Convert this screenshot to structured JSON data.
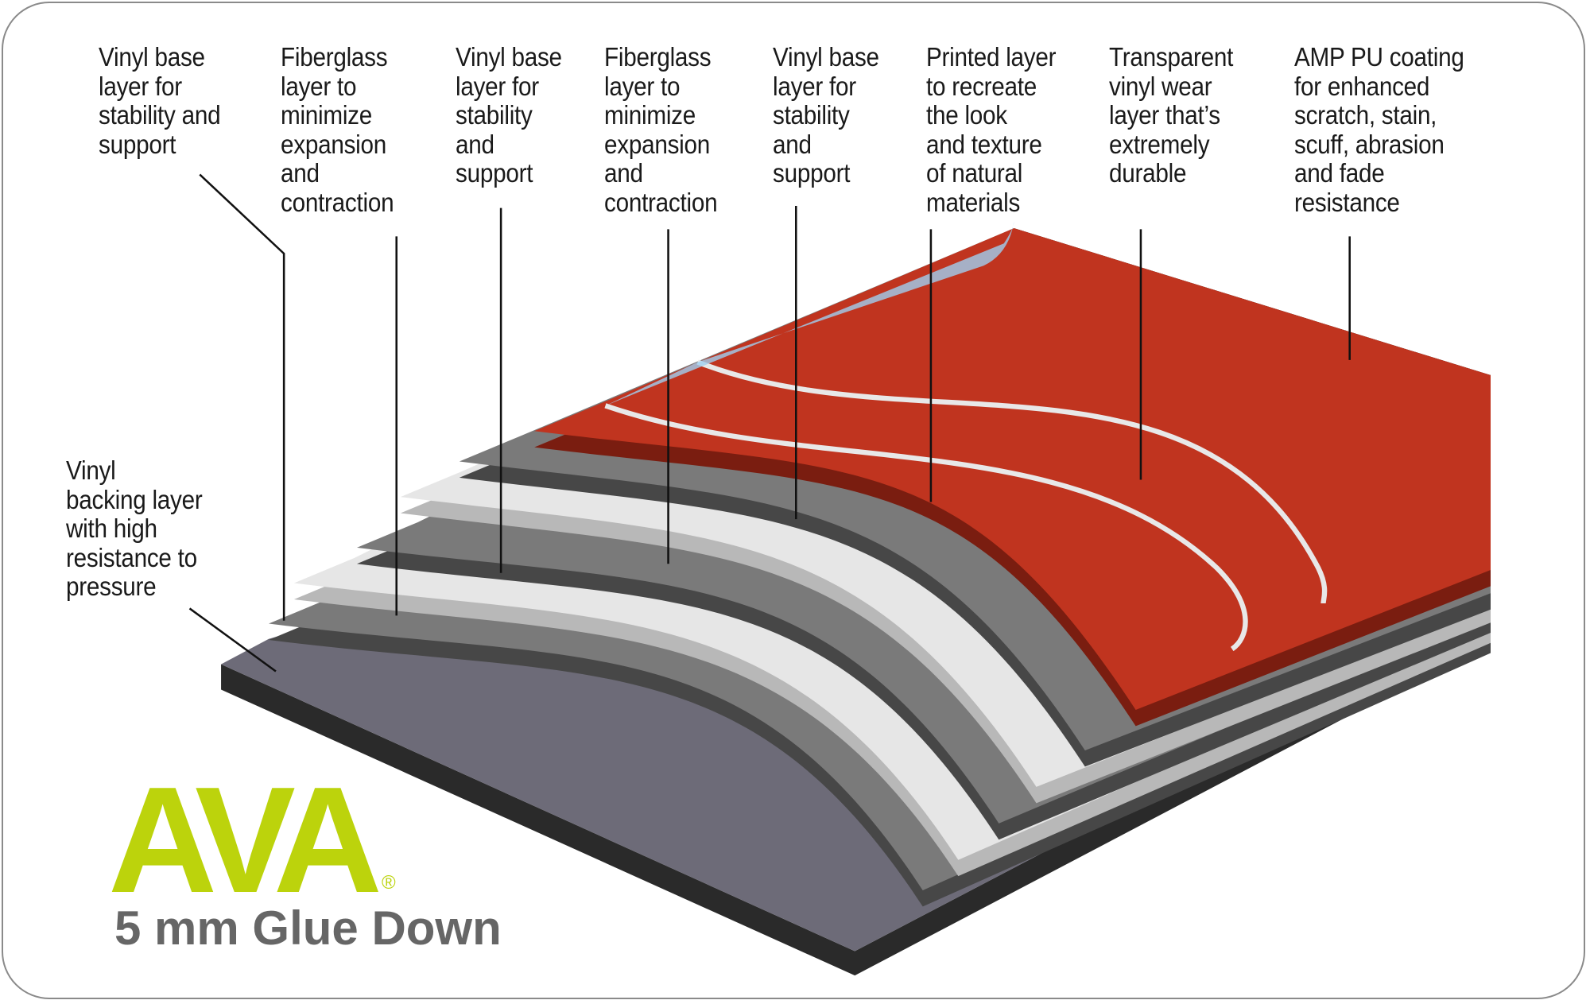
{
  "labels": [
    "Vinyl base\nlayer for\nstability and\nsupport",
    "Fiberglass\nlayer to\nminimize\nexpansion\nand\ncontraction",
    "Vinyl base\nlayer for\nstability\nand\nsupport",
    "Fiberglass\nlayer to\nminimize\nexpansion\nand\ncontraction",
    "Vinyl base\nlayer for\nstability\nand\nsupport",
    "Printed layer\nto recreate\nthe look\nand texture\nof natural\nmaterials",
    "Transparent\nvinyl wear\nlayer that’s\nextremely\ndurable",
    "AMP PU coating\nfor enhanced\nscratch, stain,\nscuff, abrasion\nand fade\nresistance",
    "Vinyl\nbacking layer\nwith high\nresistance to\npressure"
  ],
  "brand": {
    "logo": "AVA",
    "registered": "®",
    "product": "5 mm Glue Down"
  },
  "colors": {
    "brand_green": "#bcd30c",
    "printed_layer": "#c0341f",
    "gray_layer": "#7a7a7a",
    "fiberglass": "#e6e6e6",
    "wear_layer": "#9fd0f0"
  }
}
